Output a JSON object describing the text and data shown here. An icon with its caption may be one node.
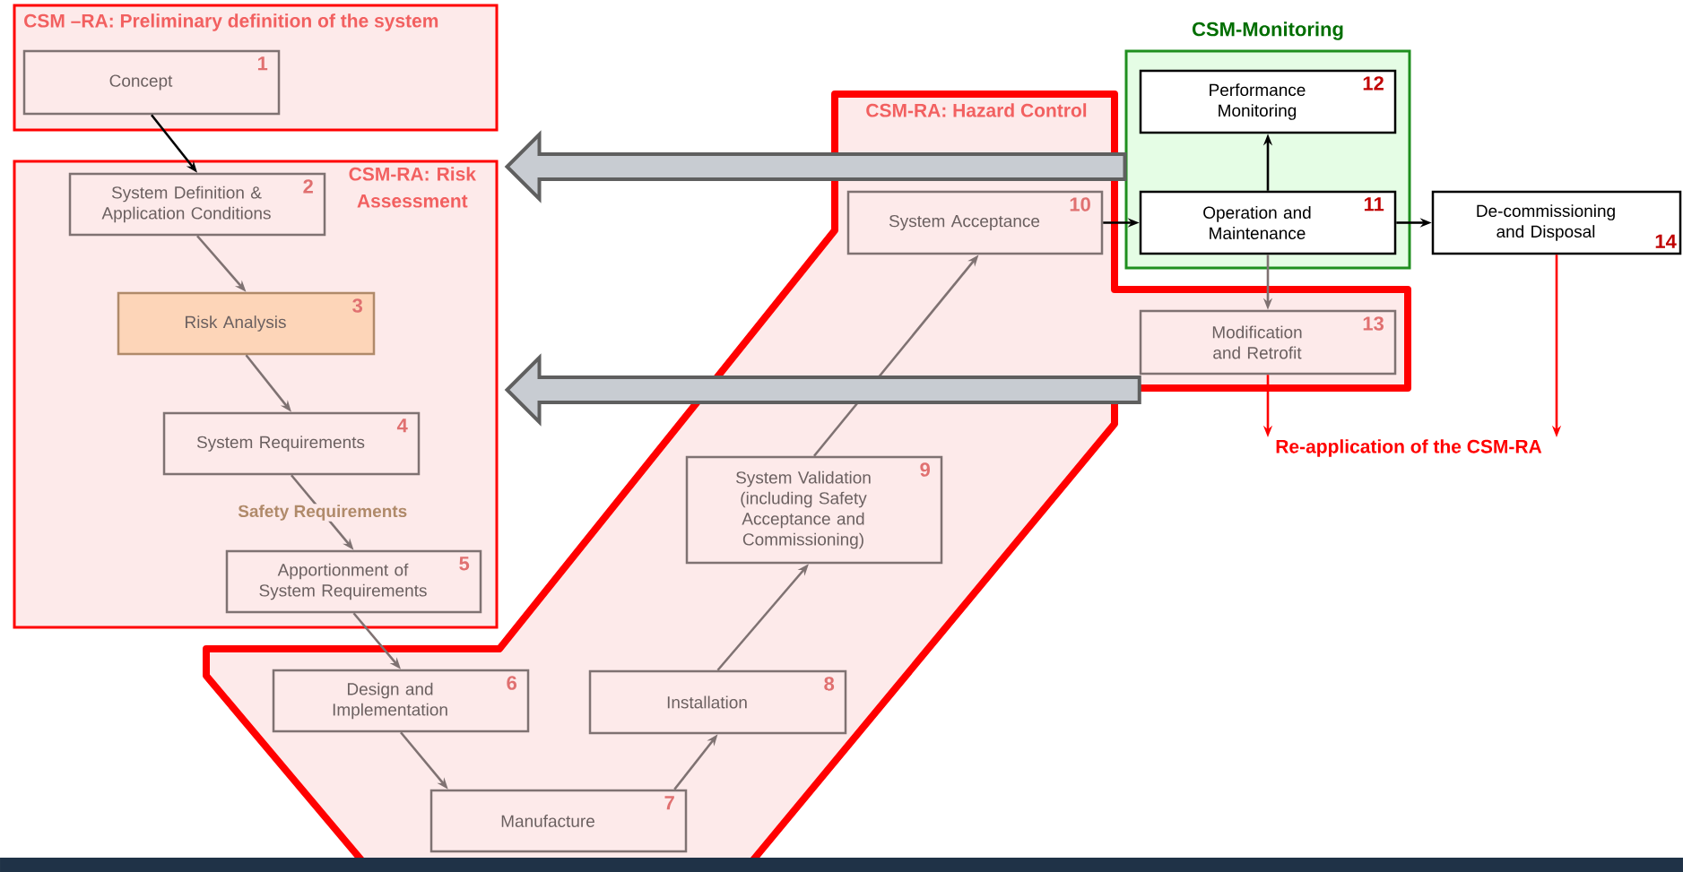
{
  "diagram": {
    "nodes": [
      {
        "text": [
          "CSM –RA: Preliminary definition of the system"
        ]
      },
      {
        "text": [
          "Concept",
          "1"
        ],
        "in": 0
      },
      {
        "text": [
          "CSM-RA: Risk Assessment"
        ]
      },
      {
        "text": [
          "System Definition & Application Conditions",
          "2"
        ],
        "in": 2
      },
      {
        "text": [
          "Risk Analysis",
          "3"
        ],
        "in": 2
      },
      {
        "text": [
          "System Requirements",
          "4"
        ],
        "in": 2
      },
      {
        "text": [
          "Apportionment of System Requirements",
          "5"
        ],
        "in": 2
      },
      {
        "text": [
          "CSM-RA: Hazard Control"
        ]
      },
      {
        "text": [
          "Design and Implementation",
          "6"
        ],
        "in": 7
      },
      {
        "text": [
          "Manufacture",
          "7"
        ],
        "in": 7
      },
      {
        "text": [
          "Installation",
          "8"
        ],
        "in": 7
      },
      {
        "text": [
          "System Validation (including Safety Acceptance and Commissioning)",
          "9"
        ],
        "in": 7
      },
      {
        "text": [
          "System Acceptance",
          "10"
        ],
        "in": 7
      },
      {
        "text": [
          "CSM-Monitoring"
        ]
      },
      {
        "text": [
          "Performance Monitoring",
          "12"
        ],
        "in": 13
      },
      {
        "text": [
          "Operation and Maintenance",
          "11"
        ],
        "in": 13
      },
      {
        "text": [
          "Modification and Retrofit",
          "13"
        ],
        "in": 7
      },
      {
        "text": [
          "De-commissioning and Disposal",
          "14"
        ]
      },
      {
        "text": [
          "Re-application of the CSM-RA"
        ]
      }
    ],
    "edges": [
      {
        "from": 1,
        "to": 3,
        "arrow": "to",
        "color": "#000000"
      },
      {
        "from": 3,
        "to": 4,
        "arrow": "to"
      },
      {
        "from": 4,
        "to": 5,
        "arrow": "to"
      },
      {
        "from": 5,
        "to": 6,
        "arrow": "to",
        "label": "Safety Requirements"
      },
      {
        "from": 6,
        "to": 8,
        "arrow": "to"
      },
      {
        "from": 8,
        "to": 9,
        "arrow": "to"
      },
      {
        "from": 9,
        "to": 10,
        "arrow": "to"
      },
      {
        "from": 10,
        "to": 11,
        "arrow": "to"
      },
      {
        "from": 11,
        "to": 12,
        "arrow": "to"
      },
      {
        "from": 12,
        "to": 15,
        "arrow": "to",
        "color": "#000000"
      },
      {
        "from": 15,
        "to": 14,
        "arrow": "to",
        "color": "#000000"
      },
      {
        "from": 15,
        "to": 16,
        "arrow": "to"
      },
      {
        "from": 15,
        "to": 17,
        "arrow": "to",
        "color": "#000000"
      },
      {
        "from": 16,
        "to": 18,
        "arrow": "to",
        "color": "#ff0000"
      },
      {
        "from": 17,
        "to": 18,
        "arrow": "to",
        "color": "#ff0000"
      },
      {
        "from": 13,
        "to": 2,
        "arrow": "to",
        "style": "thick",
        "color": "#c8ccd2"
      },
      {
        "from": 16,
        "to": 2,
        "arrow": "to",
        "style": "thick",
        "color": "#c8ccd2"
      }
    ]
  }
}
